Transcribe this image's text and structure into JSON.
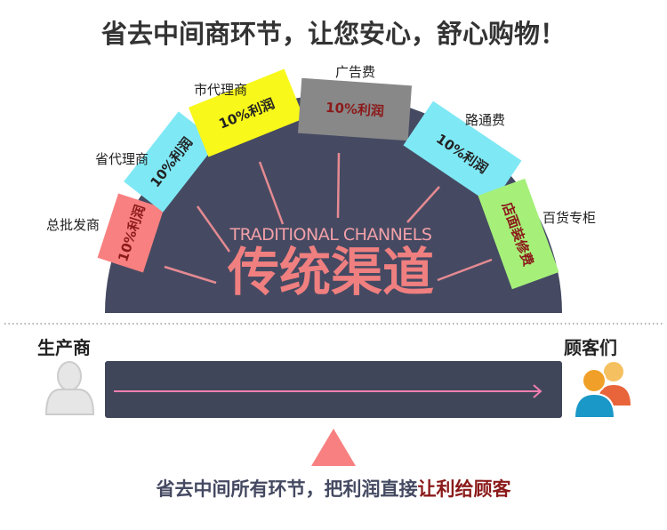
{
  "title": "省去中间商环节，让您安心，舒心购物！",
  "channel": {
    "subtitle_en": "TRADITIONAL CHANNELS",
    "title_cn": "传统渠道",
    "segments": [
      {
        "label": "总批发商",
        "box_text": "10%利润",
        "color": "#f88080"
      },
      {
        "label": "省代理商",
        "box_text": "10%利润",
        "color": "#7fe8f5"
      },
      {
        "label": "市代理商",
        "box_text": "10%利润",
        "color": "#f8f81a"
      },
      {
        "label": "广告费",
        "box_text": "10%利润",
        "color": "#888888"
      },
      {
        "label": "路通费",
        "box_text": "10%利润",
        "color": "#7fe8f5"
      },
      {
        "label": "百货专柜",
        "box_text": "店面装修费",
        "color": "#a6f07a"
      }
    ]
  },
  "direct": {
    "producer_label": "生产商",
    "customers_label": "顾客们",
    "caption_main": "省去中间所有环节，把利润直接",
    "caption_highlight": "让利给顾客"
  },
  "colors": {
    "dome": "#454a62",
    "accent": "#f07f80",
    "highlight": "#8b1a1a"
  }
}
